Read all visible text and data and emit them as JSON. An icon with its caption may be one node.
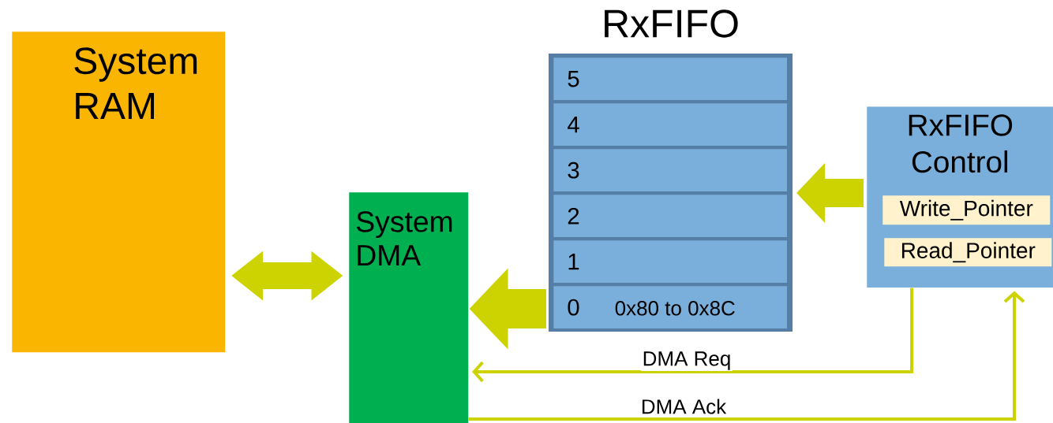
{
  "diagram": {
    "nodes": [
      {
        "text": [
          "System RAM"
        ]
      },
      {
        "text": [
          "System DMA"
        ]
      },
      {
        "text": [
          "RxFIFO"
        ]
      },
      {
        "text": [
          "5"
        ],
        "in": 2
      },
      {
        "text": [
          "4"
        ],
        "in": 2
      },
      {
        "text": [
          "3"
        ],
        "in": 2
      },
      {
        "text": [
          "2"
        ],
        "in": 2
      },
      {
        "text": [
          "1"
        ],
        "in": 2
      },
      {
        "text": [
          "0",
          "0x80 to 0x8C"
        ],
        "in": 2
      },
      {
        "text": [
          "RxFIFO Control"
        ]
      },
      {
        "text": [
          "Write_Pointer"
        ],
        "in": 9
      },
      {
        "text": [
          "Read_Pointer"
        ],
        "in": 9
      }
    ],
    "edges": [
      {
        "from": 0,
        "to": 1,
        "arrow": "both"
      },
      {
        "from": 9,
        "to": 2,
        "arrow": "to"
      },
      {
        "from": 2,
        "to": 1,
        "arrow": "to"
      },
      {
        "from": 9,
        "to": 1,
        "arrow": "to",
        "label": "DMA Req"
      },
      {
        "from": 1,
        "to": 9,
        "arrow": "to",
        "label": "DMA Ack"
      }
    ]
  }
}
